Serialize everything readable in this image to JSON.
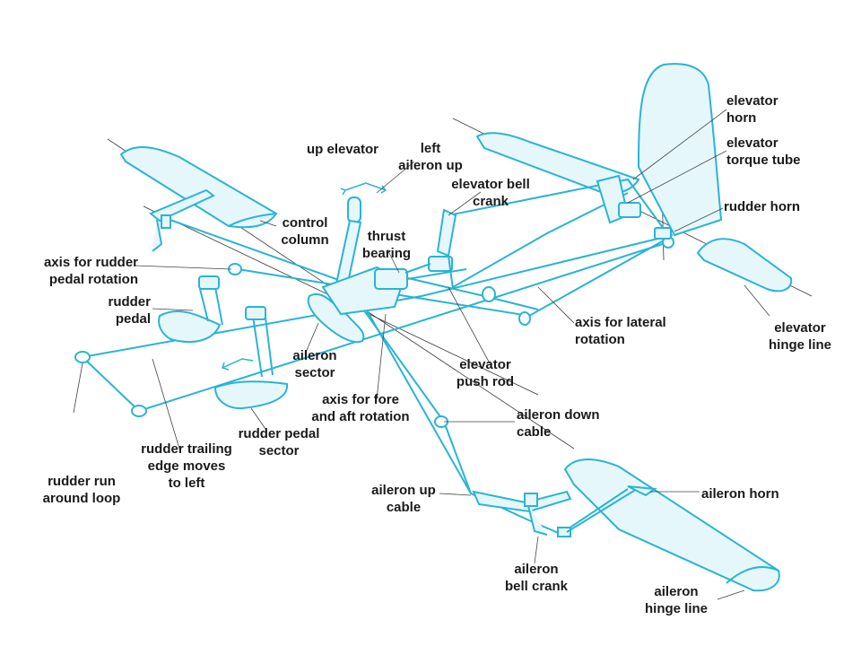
{
  "colors": {
    "structure": "#29b4d4",
    "fill": "#e6f7fc",
    "leader": "#444444",
    "text": "#1a1a1a",
    "background": "#ffffff"
  },
  "labels": {
    "elevator_horn": [
      "elevator",
      "horn"
    ],
    "elevator_torque_tube": [
      "elevator",
      "torque tube"
    ],
    "rudder_horn": [
      "rudder horn"
    ],
    "elevator_hinge_line": [
      "elevator",
      "hinge line"
    ],
    "up_elevator": [
      "up elevator"
    ],
    "left_aileron_up": [
      "left",
      "aileron up"
    ],
    "elevator_bell_crank": [
      "elevator bell",
      "crank"
    ],
    "control_column": [
      "control",
      "column"
    ],
    "thrust_bearing": [
      "thrust",
      "bearing"
    ],
    "axis_rudder_pedal": [
      "axis for rudder",
      "pedal rotation"
    ],
    "rudder_pedal": [
      "rudder",
      "pedal"
    ],
    "axis_lateral": [
      "axis for lateral",
      "rotation"
    ],
    "aileron_sector": [
      "aileron",
      "sector"
    ],
    "elevator_push_rod": [
      "elevator",
      "push rod"
    ],
    "axis_fore_aft": [
      "axis for fore",
      "and aft rotation"
    ],
    "rudder_pedal_sector": [
      "rudder pedal",
      "sector"
    ],
    "rudder_trailing_edge": [
      "rudder trailing",
      "edge moves",
      "to left"
    ],
    "rudder_run": [
      "rudder run",
      "around loop"
    ],
    "aileron_down_cable": [
      "aileron down",
      "cable"
    ],
    "aileron_up_cable": [
      "aileron up",
      "cable"
    ],
    "aileron_horn": [
      "aileron horn"
    ],
    "aileron_bell_crank": [
      "aileron",
      "bell crank"
    ],
    "aileron_hinge_line": [
      "aileron",
      "hinge line"
    ]
  }
}
